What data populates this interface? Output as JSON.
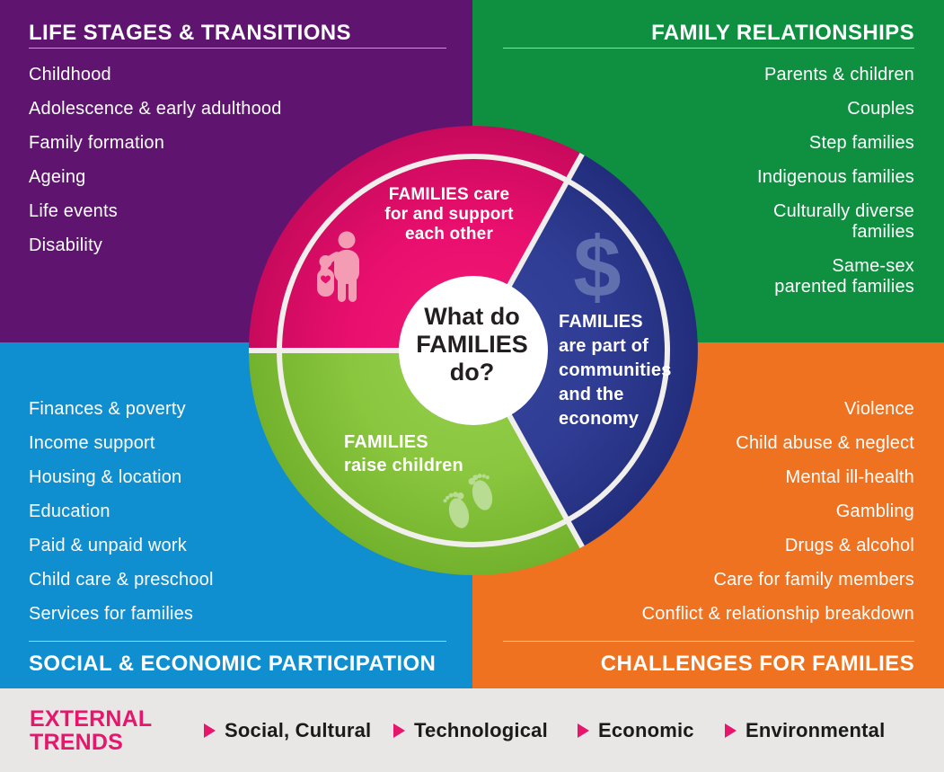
{
  "quadrants": {
    "life_stages": {
      "title": "LIFE STAGES & TRANSITIONS",
      "color": "#5f1470",
      "items": [
        "Childhood",
        "Adolescence & early adulthood",
        "Family formation",
        "Ageing",
        "Life events",
        "Disability"
      ]
    },
    "relationships": {
      "title": "FAMILY RELATIONSHIPS",
      "color": "#0e9040",
      "items": [
        "Parents & children",
        "Couples",
        "Step families",
        "Indigenous families",
        "Culturally diverse\nfamilies",
        "Same-sex\nparented families"
      ]
    },
    "participation": {
      "title": "SOCIAL & ECONOMIC PARTICIPATION",
      "color": "#108fd0",
      "items": [
        "Finances & poverty",
        "Income support",
        "Housing & location",
        "Education",
        "Paid & unpaid work",
        "Child care & preschool",
        "Services for families"
      ]
    },
    "challenges": {
      "title": "CHALLENGES FOR FAMILIES",
      "color": "#ef7220",
      "items": [
        "Violence",
        "Child abuse & neglect",
        "Mental ill-health",
        "Gambling",
        "Drugs & alcohol",
        "Care for family members",
        "Conflict & relationship breakdown"
      ]
    }
  },
  "wheel": {
    "center": {
      "text": "What do\nFAMILIES\ndo?"
    },
    "segments": [
      {
        "id": "care",
        "color": "#e90f6e",
        "icon": "parent-child-icon",
        "label": "FAMILIES care\nfor and support\neach other"
      },
      {
        "id": "economy",
        "color": "#303d94",
        "icon": "dollar-icon",
        "label": "FAMILIES\nare part of\ncommunities\nand the\neconomy"
      },
      {
        "id": "raise",
        "color": "#8ac63e",
        "icon": "footprints-icon",
        "label": "FAMILIES\nraise children"
      }
    ]
  },
  "footer": {
    "label": "EXTERNAL\nTRENDS",
    "accent_color": "#e8156d",
    "trends": [
      "Social, Cultural",
      "Technological",
      "Economic",
      "Environmental"
    ]
  }
}
